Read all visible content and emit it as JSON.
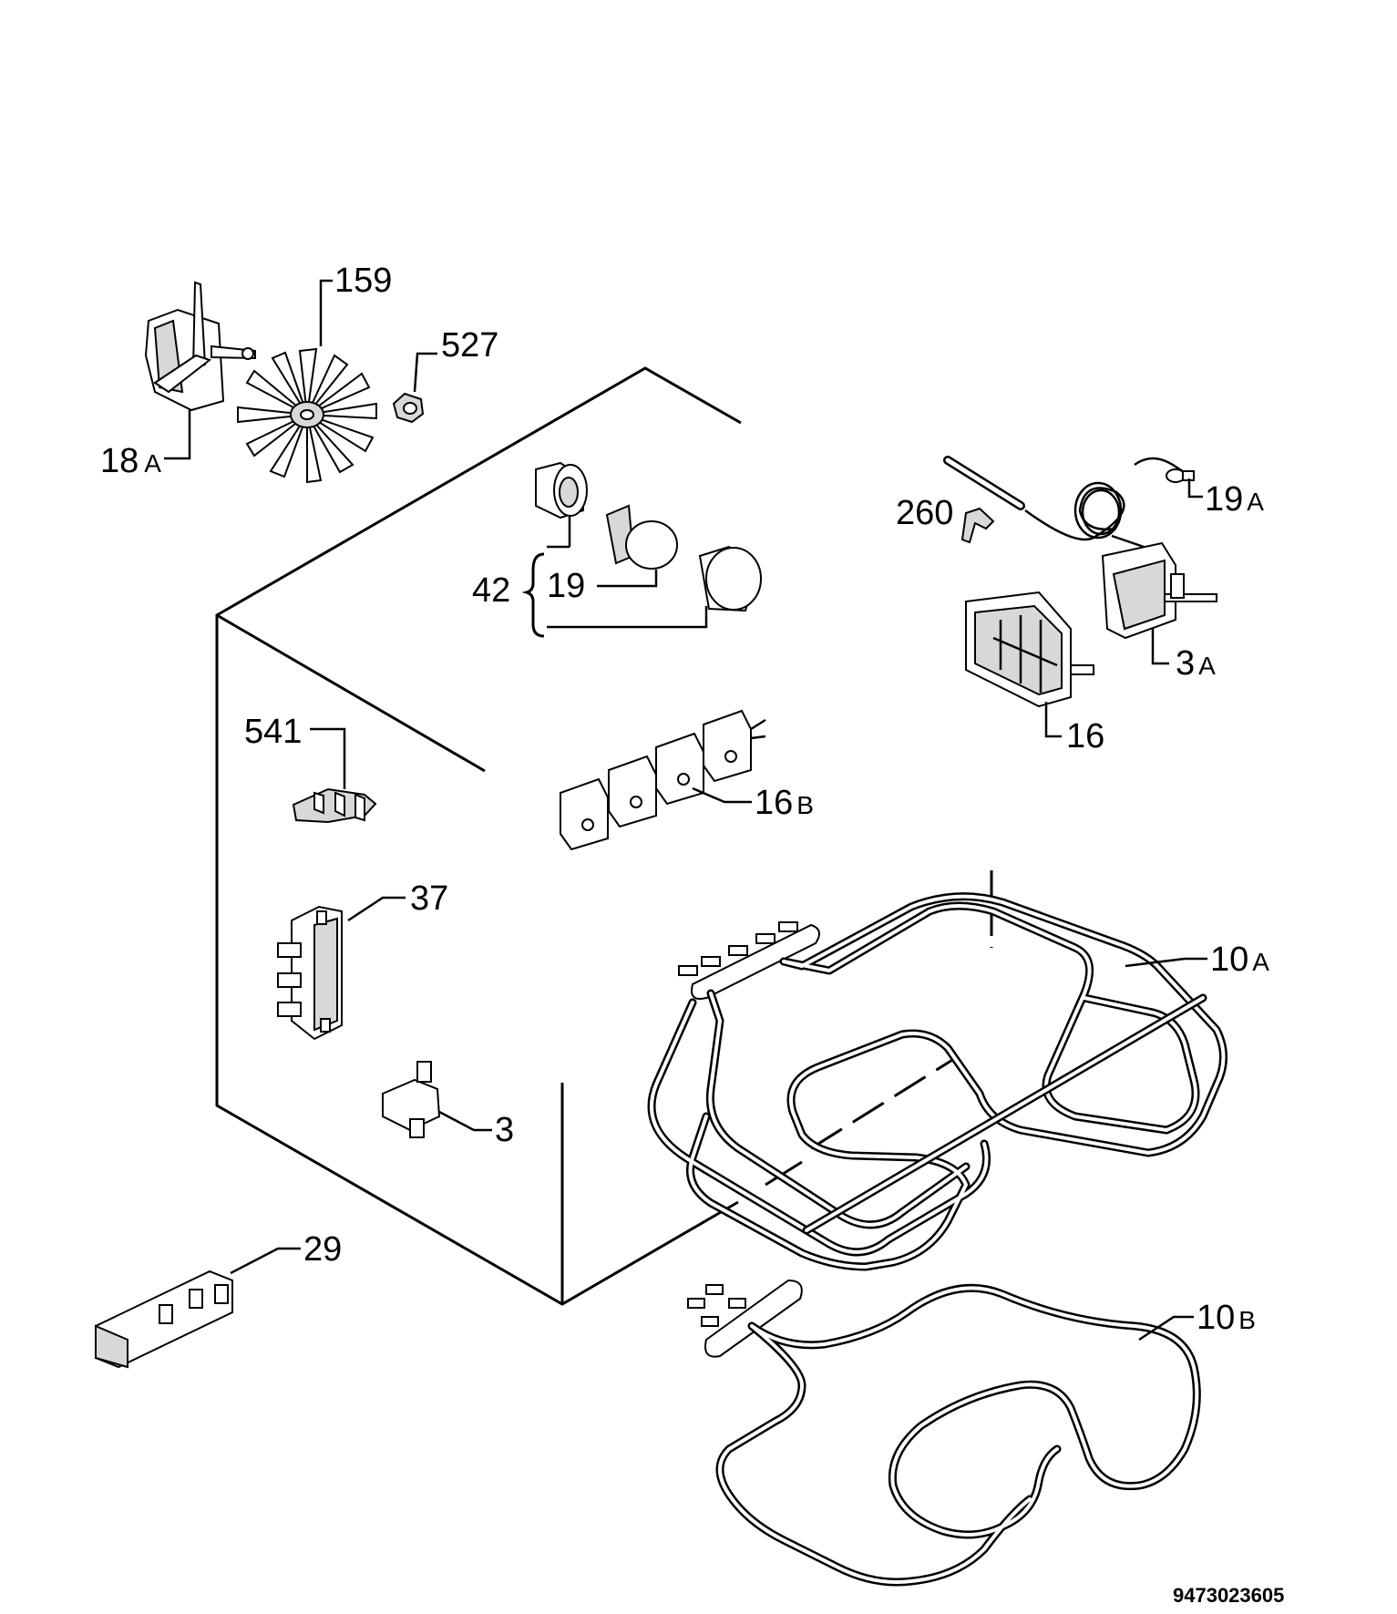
{
  "diagram": {
    "document_number": "9473023605",
    "parts": [
      {
        "id": "fan_motor",
        "label": "18",
        "suffix": "A"
      },
      {
        "id": "fan_blade",
        "label": "159",
        "suffix": ""
      },
      {
        "id": "nut",
        "label": "527",
        "suffix": ""
      },
      {
        "id": "lamp_group",
        "label": "42",
        "suffix": ""
      },
      {
        "id": "lamp_bulb",
        "label": "19",
        "suffix": ""
      },
      {
        "id": "clip",
        "label": "260",
        "suffix": ""
      },
      {
        "id": "thermal_cutout",
        "label": "19",
        "suffix": "A"
      },
      {
        "id": "thermostat",
        "label": "3",
        "suffix": "A"
      },
      {
        "id": "selector_switch",
        "label": "16",
        "suffix": ""
      },
      {
        "id": "switch_block",
        "label": "541",
        "suffix": ""
      },
      {
        "id": "push_switches",
        "label": "16",
        "suffix": "B"
      },
      {
        "id": "terminal_block",
        "label": "37",
        "suffix": ""
      },
      {
        "id": "indicator",
        "label": "3",
        "suffix": ""
      },
      {
        "id": "upper_element",
        "label": "10",
        "suffix": "A"
      },
      {
        "id": "igniter",
        "label": "29",
        "suffix": ""
      },
      {
        "id": "lower_element",
        "label": "10",
        "suffix": "B"
      }
    ]
  }
}
